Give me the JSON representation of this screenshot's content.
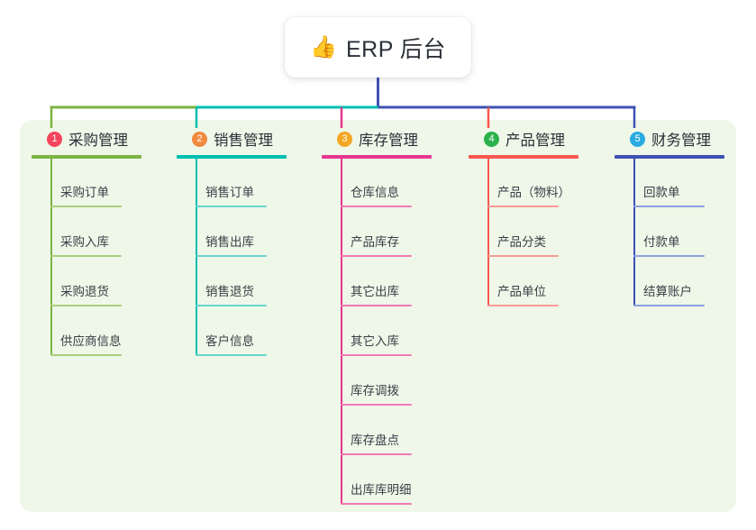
{
  "root": {
    "icon": "thumbs-up-icon",
    "icon_glyph": "👍",
    "label": "ERP 后台"
  },
  "palette": {
    "panel_bg": "#eff7e9",
    "text": "#2b3038",
    "item_text": "#3a3f47",
    "stem": "#3f51b5"
  },
  "columns": [
    {
      "index": "1",
      "title": "采购管理",
      "badge_color": "#f5455c",
      "line_color": "#7cb342",
      "item_line_color": "#a9cf7d",
      "items": [
        {
          "label": "采购订单"
        },
        {
          "label": "采购入库"
        },
        {
          "label": "采购退货"
        },
        {
          "label": "供应商信息"
        }
      ]
    },
    {
      "index": "2",
      "title": "销售管理",
      "badge_color": "#f08a3e",
      "line_color": "#00bfb0",
      "item_line_color": "#66d6cd",
      "items": [
        {
          "label": "销售订单"
        },
        {
          "label": "销售出库"
        },
        {
          "label": "销售退货"
        },
        {
          "label": "客户信息"
        }
      ]
    },
    {
      "index": "3",
      "title": "库存管理",
      "badge_color": "#f5a623",
      "line_color": "#e8368f",
      "item_line_color": "#ef7ab4",
      "items": [
        {
          "label": "仓库信息"
        },
        {
          "label": "产品库存"
        },
        {
          "label": "其它出库"
        },
        {
          "label": "其它入库"
        },
        {
          "label": "库存调拨"
        },
        {
          "label": "库存盘点"
        },
        {
          "label": "出库库明细"
        }
      ]
    },
    {
      "index": "4",
      "title": "产品管理",
      "badge_color": "#2bb24c",
      "line_color": "#f9574f",
      "item_line_color": "#f99a95",
      "items": [
        {
          "label": "产品（物料）"
        },
        {
          "label": "产品分类"
        },
        {
          "label": "产品单位"
        }
      ]
    },
    {
      "index": "5",
      "title": "财务管理",
      "badge_color": "#29abe2",
      "line_color": "#3f51b5",
      "item_line_color": "#8ba0dd",
      "items": [
        {
          "label": "回款单"
        },
        {
          "label": "付款单"
        },
        {
          "label": "结算账户"
        }
      ]
    }
  ]
}
